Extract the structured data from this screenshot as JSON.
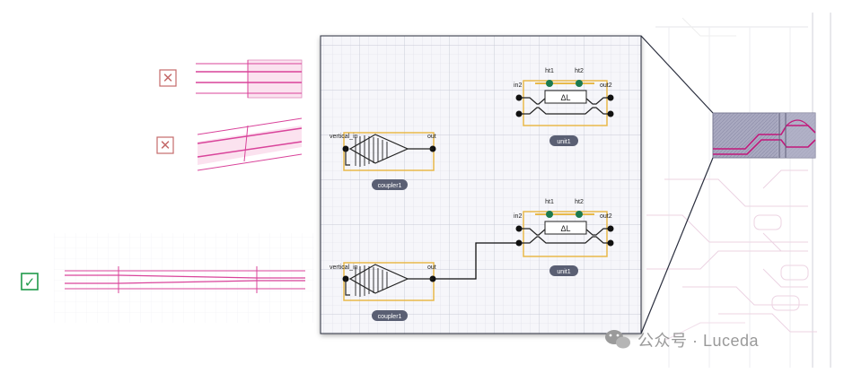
{
  "left_panel": {
    "markers": [
      {
        "symbol": "✕",
        "status": "invalid",
        "color": "#c46a6a"
      },
      {
        "symbol": "✕",
        "status": "invalid",
        "color": "#c46a6a"
      },
      {
        "symbol": "✓",
        "status": "valid",
        "color": "#1f9a4a"
      }
    ],
    "waveguide_color": "#d9439a"
  },
  "circuit": {
    "couplers": [
      {
        "input": "vertical_in",
        "output": "out",
        "name": "coupler1"
      },
      {
        "input": "vertical_in",
        "output": "out",
        "name": "coupler1"
      }
    ],
    "units": [
      {
        "port_in": "in2",
        "port_out": "out2",
        "heater1": "ht1",
        "heater2": "ht2",
        "delta": "ΔL",
        "name": "unit1"
      },
      {
        "port_in": "in2",
        "port_out": "out2",
        "heater1": "ht1",
        "heater2": "ht2",
        "delta": "ΔL",
        "name": "unit1"
      }
    ],
    "colors": {
      "frame": "#e8b94a",
      "heater": "#1b7a4f",
      "pill": "#5a5f73",
      "grid": "#d6d8e0"
    }
  },
  "watermark": {
    "text": "公众号 · Luceda"
  }
}
